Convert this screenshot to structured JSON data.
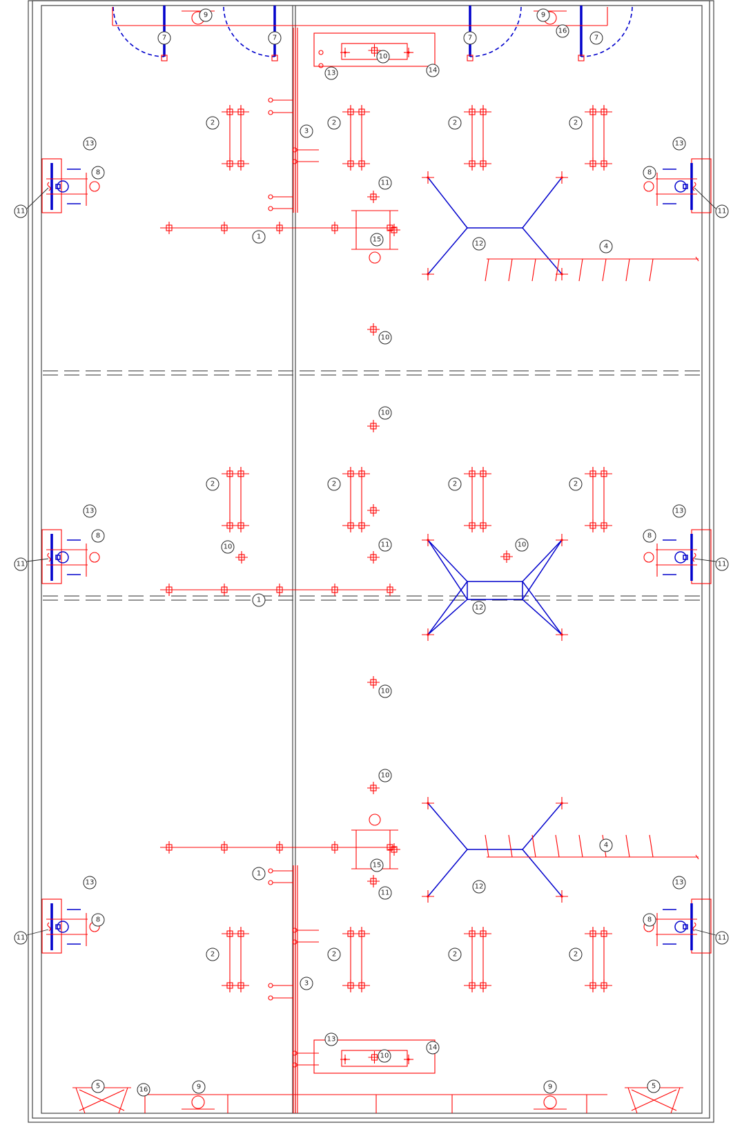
{
  "drawing": {
    "colors": {
      "equipment": "#ff0000",
      "system": "#0000cc",
      "walls": "#444444",
      "tags": "#222222"
    },
    "tags": {
      "t1": "1",
      "t2": "2",
      "t3": "3",
      "t4": "4",
      "t5": "5",
      "t7": "7",
      "t8": "8",
      "t9": "9",
      "t10": "10",
      "t11": "11",
      "t12": "12",
      "t13": "13",
      "t14": "14",
      "t15": "15",
      "t16": "16"
    }
  }
}
